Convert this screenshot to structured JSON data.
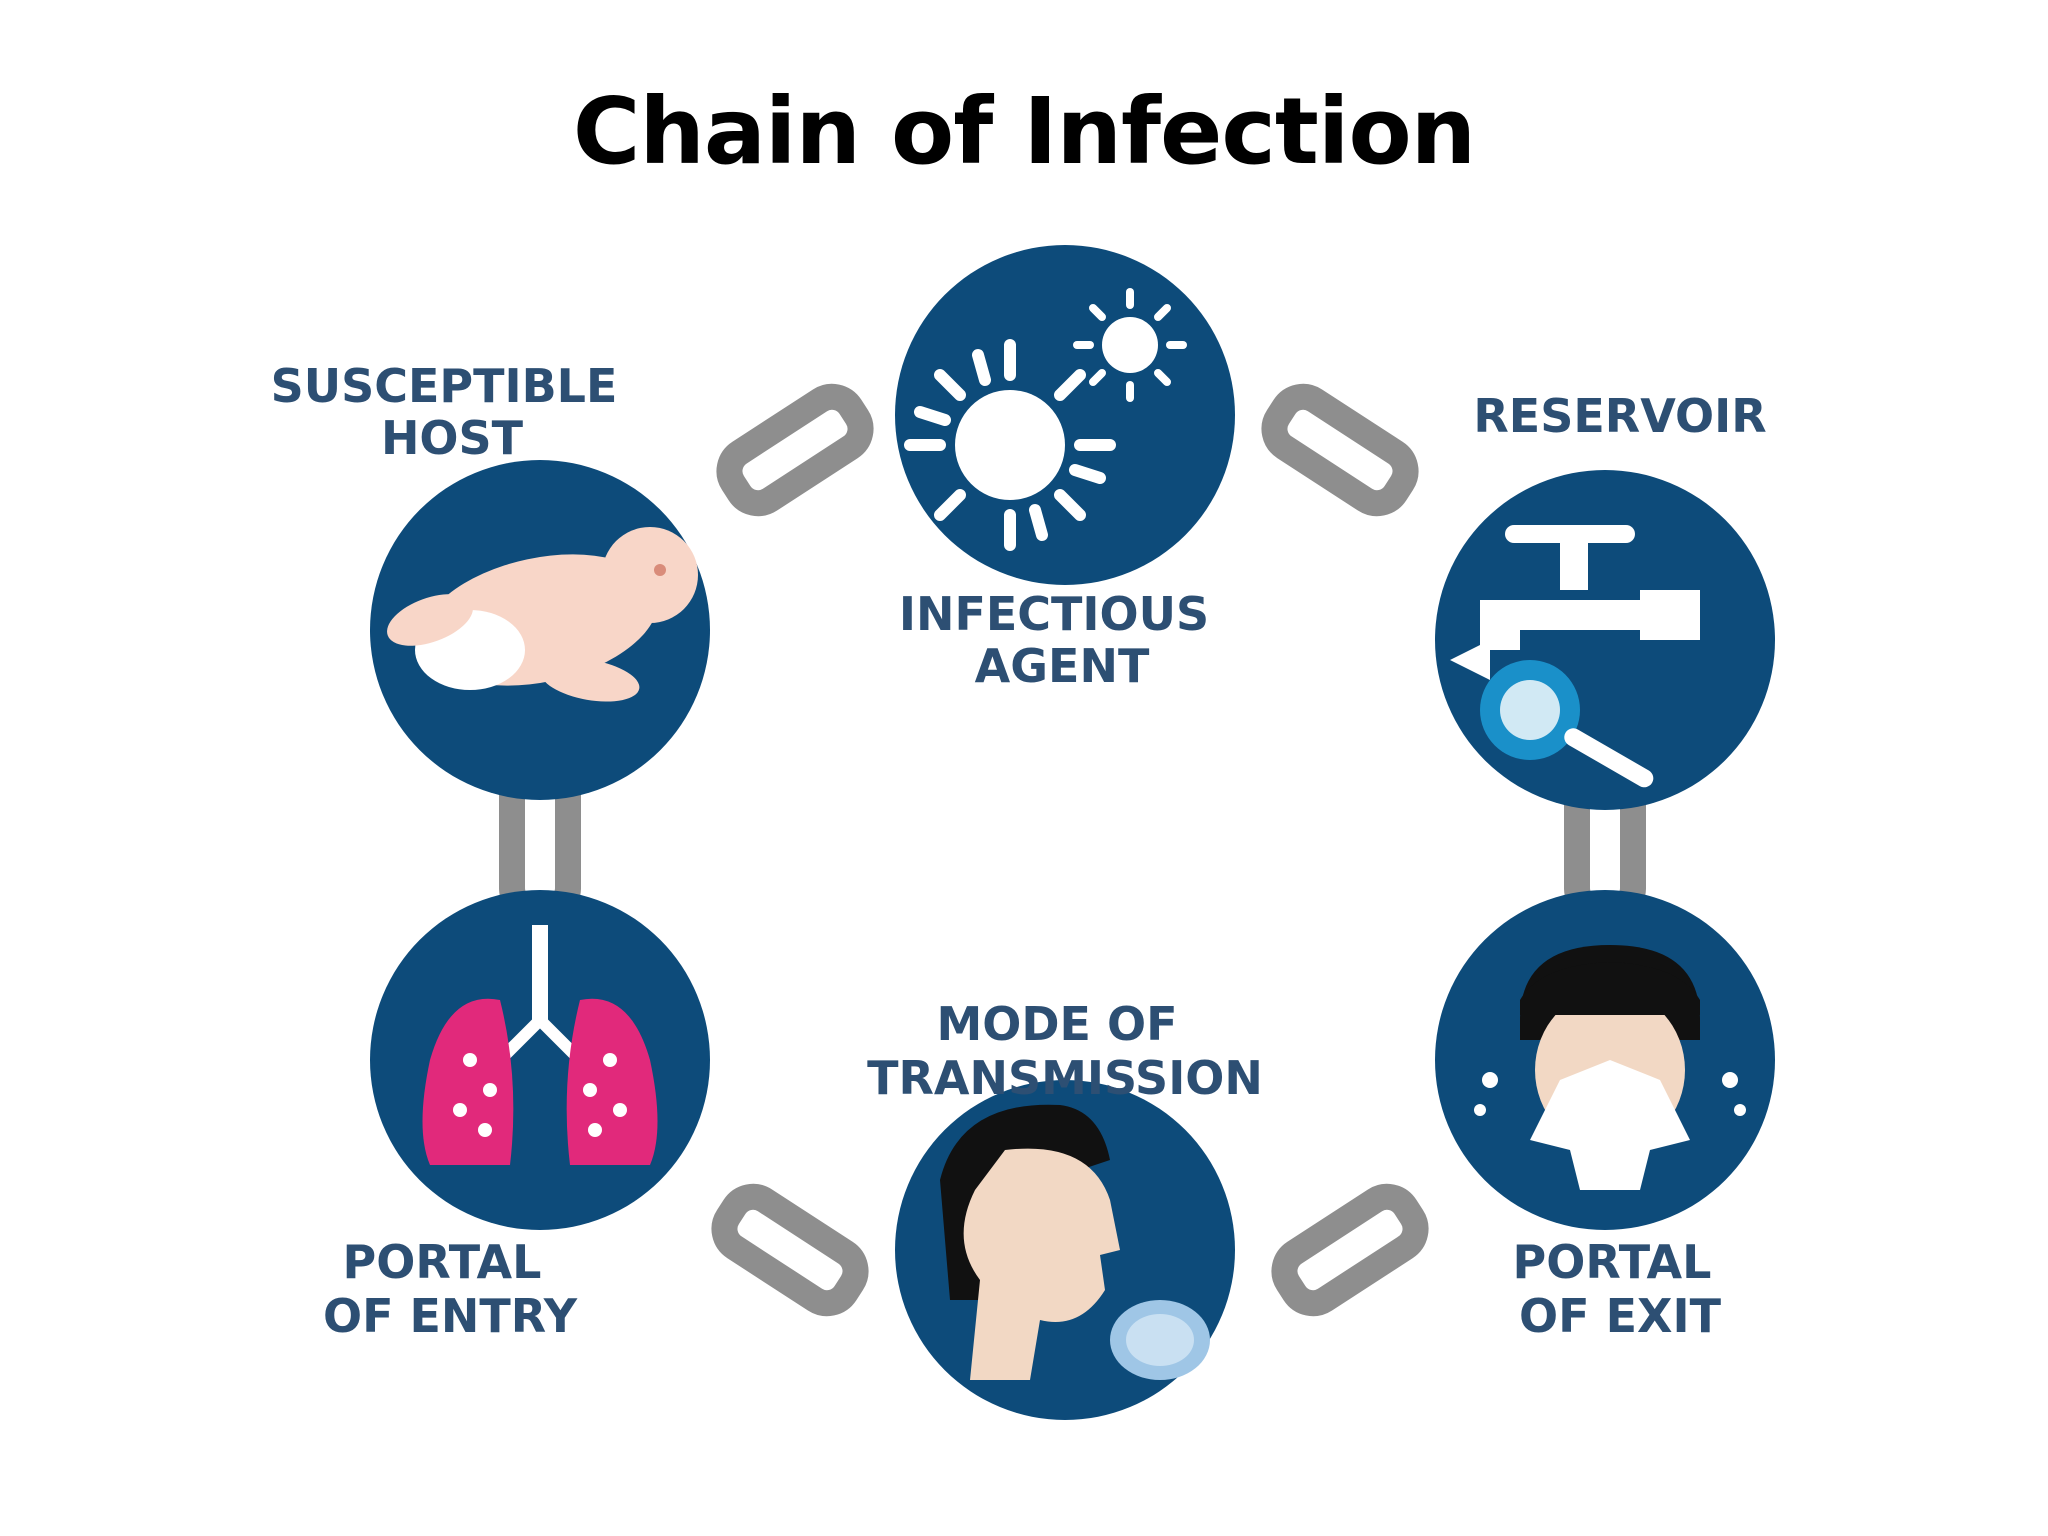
{
  "title": "Chain of Infection",
  "colors": {
    "circle": "#0d4b7a",
    "chain": "#8e8e8e",
    "label": "#2d4f73",
    "lungs": "#e1297b"
  },
  "nodes": [
    {
      "id": "infectious-agent",
      "lines": [
        "INFECTIOUS",
        "AGENT"
      ],
      "icon": "virus-icon"
    },
    {
      "id": "reservoir",
      "lines": [
        "RESERVOIR"
      ],
      "icon": "faucet-icon"
    },
    {
      "id": "portal-of-exit",
      "lines": [
        "PORTAL",
        "OF EXIT"
      ],
      "icon": "sneezing-person-icon"
    },
    {
      "id": "mode-of-transmission",
      "lines": [
        "MODE OF",
        "TRANSMISSION"
      ],
      "icon": "coughing-person-icon"
    },
    {
      "id": "portal-of-entry",
      "lines": [
        "PORTAL",
        "OF ENTRY"
      ],
      "icon": "lungs-icon"
    },
    {
      "id": "susceptible-host",
      "lines": [
        "SUSCEPTIBLE",
        "HOST"
      ],
      "icon": "baby-icon"
    }
  ]
}
